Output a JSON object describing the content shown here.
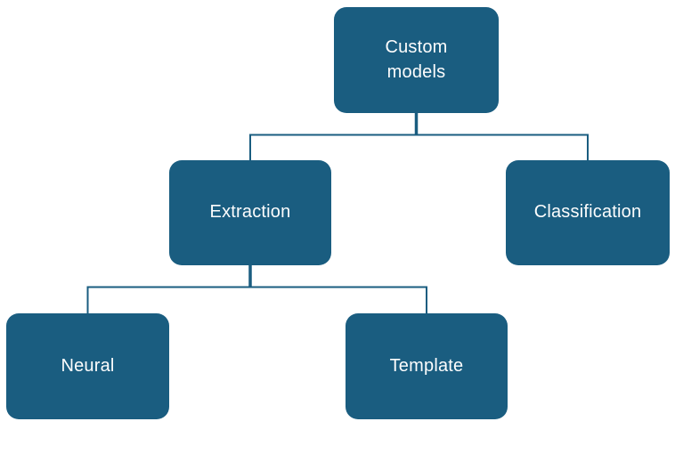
{
  "diagram": {
    "type": "hierarchy-org-chart",
    "background": "#ffffff",
    "node_fill": "#1A5D80",
    "node_text_color": "#FDFDFD",
    "connector_color": "#1A5D80",
    "nodes": [
      {
        "id": "custom-models",
        "label": "Custom models",
        "level": 0
      },
      {
        "id": "extraction",
        "label": "Extraction",
        "level": 1
      },
      {
        "id": "classification",
        "label": "Classification",
        "level": 1
      },
      {
        "id": "neural",
        "label": "Neural",
        "level": 2
      },
      {
        "id": "template",
        "label": "Template",
        "level": 2
      }
    ],
    "edges": [
      {
        "from": "Custom models",
        "to": "Extraction"
      },
      {
        "from": "Custom models",
        "to": "Classification"
      },
      {
        "from": "Extraction",
        "to": "Neural"
      },
      {
        "from": "Extraction",
        "to": "Template"
      }
    ]
  }
}
